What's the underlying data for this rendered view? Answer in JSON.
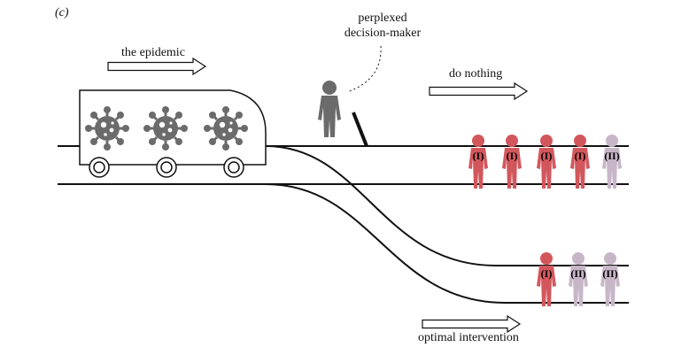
{
  "panel_label": "(c)",
  "labels": {
    "epidemic": "the epidemic",
    "decision_maker_line1": "perplexed",
    "decision_maker_line2": "decision-maker",
    "do_nothing": "do nothing",
    "optimal_intervention": "optimal intervention"
  },
  "upper_track_people": [
    "(I)",
    "(I)",
    "(I)",
    "(I)",
    "(II)"
  ],
  "lower_track_people": [
    "(I)",
    "(II)",
    "(II)"
  ],
  "colors": {
    "group_I": "#d2575c",
    "group_II": "#c7b6c7",
    "virus": "#6b6b6b",
    "decision_maker": "#6b6b6b",
    "track": "#111111"
  },
  "icons": [
    "virus-icon",
    "person-icon",
    "lever-icon",
    "arrow-right-icon"
  ]
}
